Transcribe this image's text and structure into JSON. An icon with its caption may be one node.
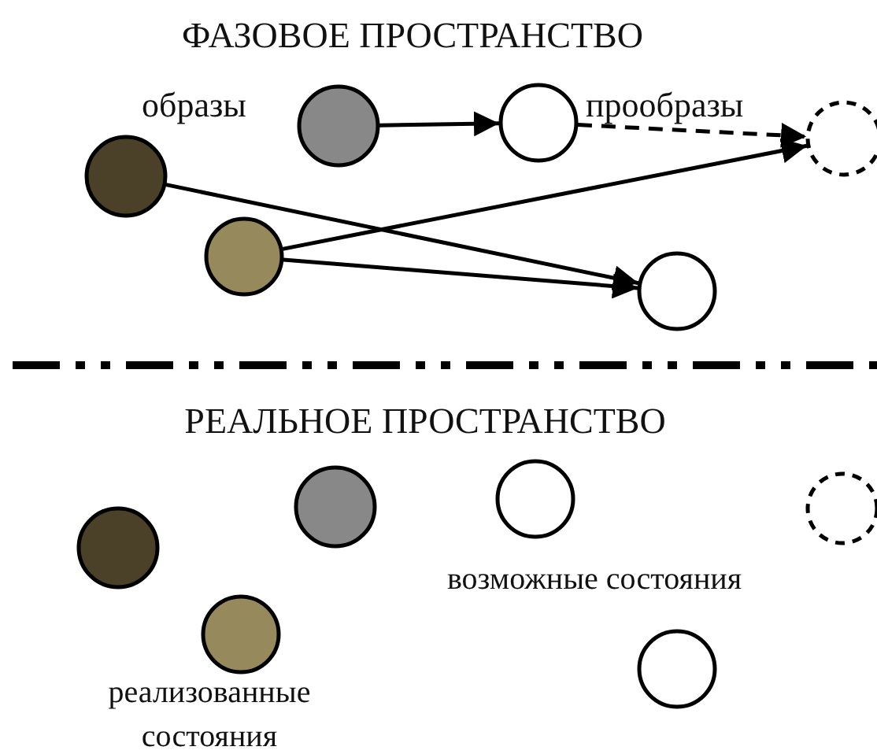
{
  "diagram": {
    "nodes": [
      {
        "text": [],
        "shape": "circle"
      },
      {
        "text": [],
        "shape": "circle"
      },
      {
        "text": [],
        "shape": "circle"
      },
      {
        "text": [],
        "shape": "circle"
      },
      {
        "text": [],
        "shape": "circle"
      },
      {
        "text": [],
        "shape": "circle"
      },
      {
        "text": [],
        "shape": "circle"
      },
      {
        "text": [],
        "shape": "circle"
      },
      {
        "text": [],
        "shape": "circle"
      },
      {
        "text": [],
        "shape": "circle"
      },
      {
        "text": [],
        "shape": "circle"
      },
      {
        "text": [],
        "shape": "circle"
      }
    ],
    "edges": [
      {
        "from": 2,
        "to": 3,
        "arrow": "to"
      },
      {
        "from": 3,
        "to": 5,
        "arrow": "to",
        "style": "dashed"
      },
      {
        "from": 0,
        "to": 4,
        "arrow": "to"
      },
      {
        "from": 1,
        "to": 5,
        "arrow": "to"
      },
      {
        "from": 1,
        "to": 4,
        "arrow": "to"
      }
    ],
    "labels": [
      "ФАЗОВОЕ ПРОСТРАНСТВО",
      "образы",
      "прообразы",
      "РЕАЛЬНОЕ ПРОСТРАНСТВО",
      "возможные состояния",
      "реализованные состояния"
    ]
  }
}
